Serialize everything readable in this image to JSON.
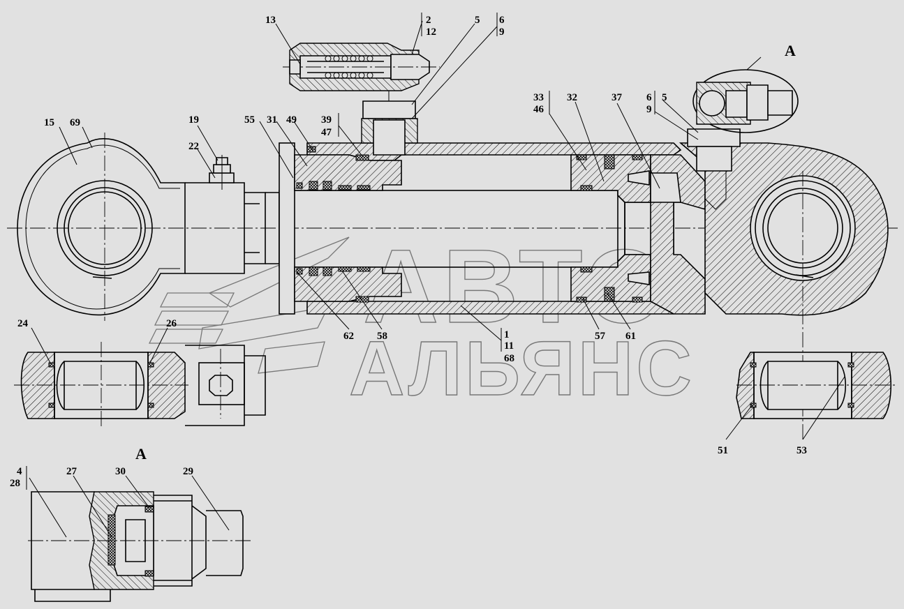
{
  "callouts": {
    "c13": "13",
    "c2": "2",
    "c12": "12",
    "c5a": "5",
    "c6a": "6",
    "c9a": "9",
    "c15": "15",
    "c69": "69",
    "c19": "19",
    "c22": "22",
    "c55": "55",
    "c31": "31",
    "c49": "49",
    "c39": "39",
    "c47": "47",
    "c33": "33",
    "c46": "46",
    "c32": "32",
    "c37": "37",
    "c6b": "6",
    "c9b": "9",
    "c5b": "5",
    "c24": "24",
    "c26": "26",
    "c62": "62",
    "c58": "58",
    "c1": "1",
    "c11": "11",
    "c68": "68",
    "c57": "57",
    "c61": "61",
    "c51": "51",
    "c53": "53",
    "c4": "4",
    "c28": "28",
    "c27": "27",
    "c30": "30",
    "c29": "29"
  },
  "view_labels": {
    "detail_top": "A",
    "detail_bottom": "A"
  },
  "watermark": {
    "line1": "АВТО",
    "line2": "АЛЬЯНС"
  }
}
